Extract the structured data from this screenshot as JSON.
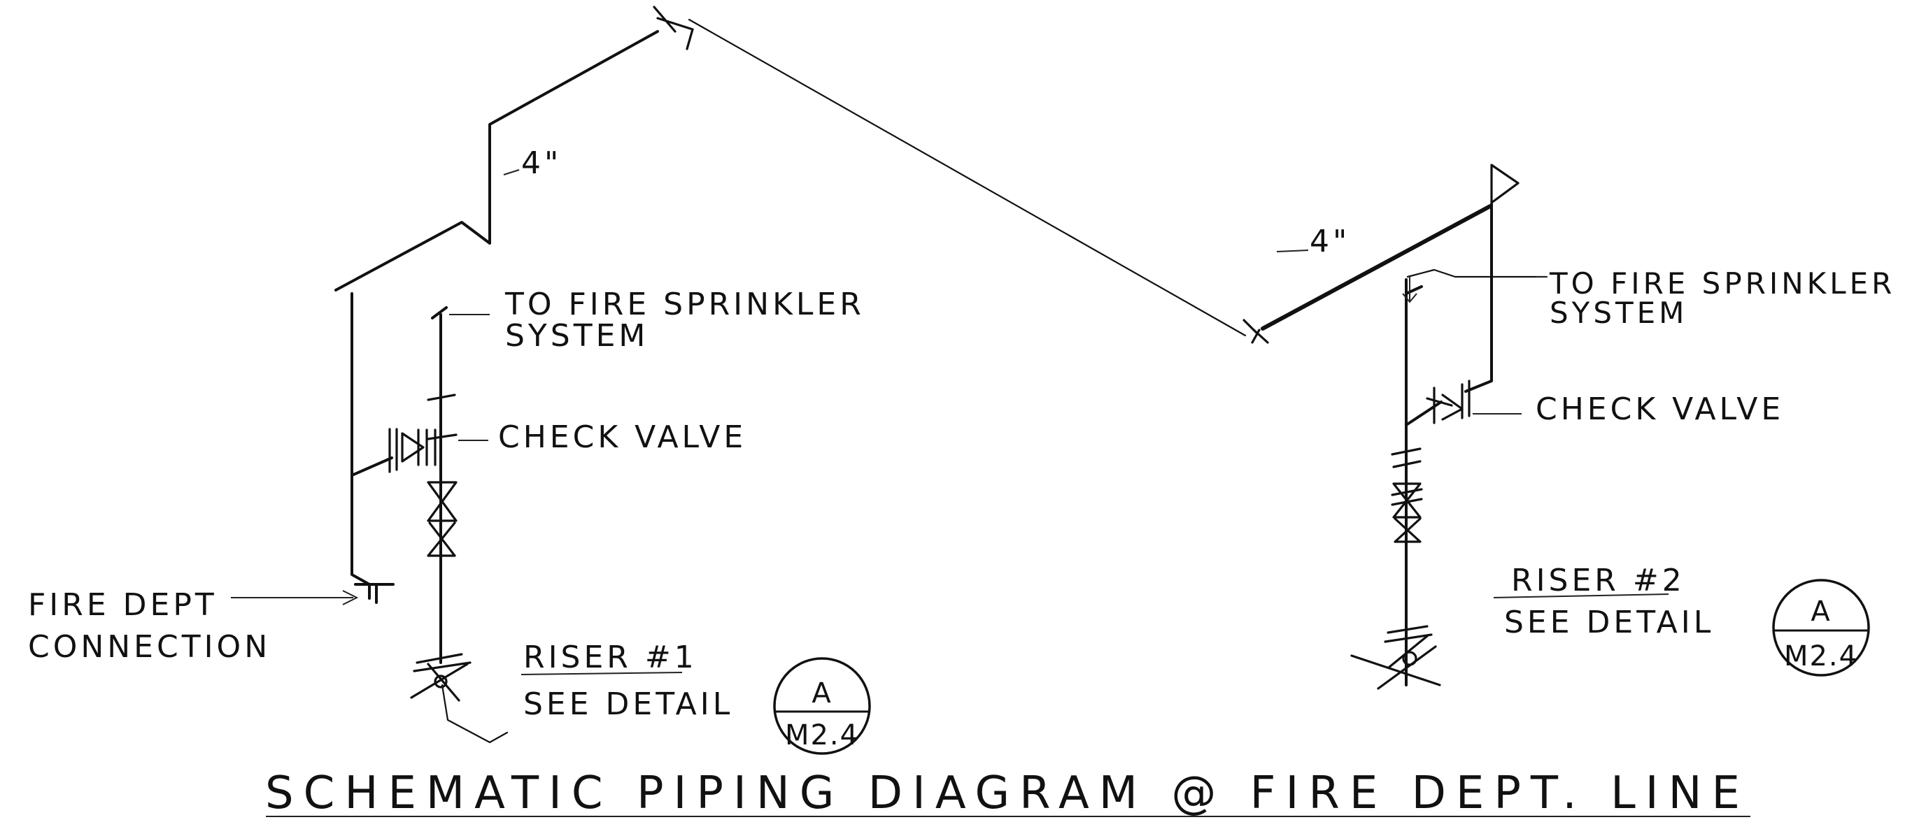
{
  "title": "SCHEMATIC PIPING DIAGRAM @ FIRE DEPT. LINE",
  "left": {
    "size_label": "4\"",
    "to_sprinkler": [
      "TO FIRE SPRINKLER",
      "SYSTEM"
    ],
    "check_valve": "CHECK VALVE",
    "fire_dept_connection": [
      "FIRE DEPT",
      "CONNECTION"
    ],
    "riser": "RISER #1",
    "see_detail": "SEE DETAIL",
    "detail_letter": "A",
    "detail_sheet": "M2.4"
  },
  "right": {
    "size_label": "4\"",
    "to_sprinkler": [
      "TO FIRE SPRINKLER",
      "SYSTEM"
    ],
    "check_valve": "CHECK VALVE",
    "riser": "RISER #2",
    "see_detail": "SEE DETAIL",
    "detail_letter": "A",
    "detail_sheet": "M2.4"
  }
}
